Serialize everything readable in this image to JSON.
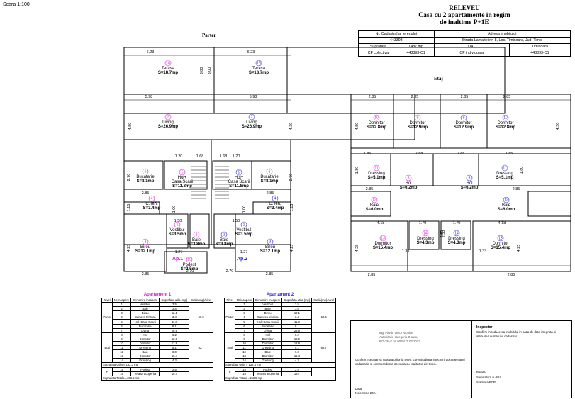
{
  "scale": "Scara 1:100",
  "header": {
    "title": "RELEVEU",
    "subtitle_line1": "Casa cu 2 apartamente in regim",
    "subtitle_line2": "de inaltime P+1E"
  },
  "info_table": {
    "r1": [
      "Nr. Cadastral al terenului",
      "Adresa imobilului"
    ],
    "r2": [
      "443393",
      "Strada Lamaitei nr. 8, Loc. Timisoara, Jud. Timis"
    ],
    "r3": [
      "Suprafata",
      "1487 mp",
      "UAT",
      "Timisoara"
    ],
    "r4": [
      "CF colectiva",
      "443393-C1",
      "CF individuala",
      "443393-C1"
    ]
  },
  "plans": {
    "ground_title": "Parter",
    "upper_title": "Etaj",
    "ground_dims": [
      "6.23",
      "6.23",
      "5.98",
      "5.98",
      "3.00",
      "3.00",
      "1.20",
      "1.68",
      "1.68",
      "1.20",
      "2.85",
      "2.85",
      "1.50",
      "1.50",
      "1.27",
      "1.27",
      "2.70",
      "2.70",
      "2.85",
      "2.85",
      "4.50",
      "4.30",
      "2.70",
      "2.70",
      "1.15",
      "1.15",
      "4.25",
      "4.25",
      "1.00",
      "1.00"
    ],
    "ground_rooms": [
      {
        "num": "16",
        "name": "Terasa",
        "area": "S=18.7mp",
        "ap": 1
      },
      {
        "num": "16",
        "name": "Terasa",
        "area": "S=18.7mp",
        "ap": 2
      },
      {
        "num": "7",
        "name": "Living",
        "area": "S=26.9mp",
        "ap": 1
      },
      {
        "num": "7",
        "name": "Living",
        "area": "S=26.9mp",
        "ap": 2
      },
      {
        "num": "6",
        "name": "Bucatarie",
        "area": "S=8.1mp",
        "ap": 1
      },
      {
        "num": "5",
        "name": "Hol+",
        "name2": "Casa Scarii",
        "area": "S=11.8mp",
        "ap": 1
      },
      {
        "num": "5",
        "name": "Hol+",
        "name2": "Casa Scarii",
        "area": "S=11.8mp",
        "ap": 2
      },
      {
        "num": "6",
        "name": "Bucatarie",
        "area": "S=8.1mp",
        "ap": 2
      },
      {
        "num": "4",
        "name": "C.Teh.",
        "area": "S=3.4mp",
        "ap": 1
      },
      {
        "num": "4",
        "name": "C.Teh.",
        "area": "S=3.4mp",
        "ap": 2
      },
      {
        "num": "3",
        "name": "Birou",
        "area": "S=12.1mp",
        "ap": 1
      },
      {
        "num": "1",
        "name": "Vestibul",
        "area": "S=3.5mp",
        "ap": 1
      },
      {
        "num": "2",
        "name": "Baie",
        "area": "S=3.8mp",
        "ap": 1
      },
      {
        "num": "2",
        "name": "Baie",
        "area": "S=3.8mp",
        "ap": 2
      },
      {
        "num": "1",
        "name": "Vestibul",
        "area": "S=3.5mp",
        "ap": 2
      },
      {
        "num": "3",
        "name": "Birou",
        "area": "S=12.1mp",
        "ap": 2
      },
      {
        "num": "15",
        "name": "Podest",
        "area": "S=2.5mp",
        "ap": 1
      }
    ],
    "ap_labels": [
      "Ap.1",
      "Ap.2"
    ],
    "upper_dims": [
      "2.85",
      "2.85",
      "2.85",
      "2.85",
      "1.85",
      "2.88",
      "2.88",
      "1.85",
      "2.85",
      "2.85",
      "4.18",
      "1.70",
      "1.70",
      "4.18",
      "2.85",
      "2.85",
      "1.33",
      "1.33",
      "4.50",
      "4.50",
      "1.80",
      "1.80",
      "4.25",
      "4.25",
      "2.50",
      "2.50"
    ],
    "upper_rooms": [
      {
        "num": "10",
        "name": "Dormitor",
        "area": "S=12.8mp",
        "ap": 1
      },
      {
        "num": "9",
        "name": "Dormitor",
        "area": "S=12.9mp",
        "ap": 1
      },
      {
        "num": "9",
        "name": "Dormitor",
        "area": "S=12.9mp",
        "ap": 2
      },
      {
        "num": "10",
        "name": "Dormitor",
        "area": "S=12.8mp",
        "ap": 2
      },
      {
        "num": "11",
        "name": "Dressing",
        "area": "S=5.1mp",
        "ap": 1
      },
      {
        "num": "8",
        "name": "Hol",
        "area": "S=6.2mp",
        "ap": 1
      },
      {
        "num": "8",
        "name": "Hol",
        "area": "S=6.2mp",
        "ap": 2
      },
      {
        "num": "11",
        "name": "Dressing",
        "area": "S=5.1mp",
        "ap": 2
      },
      {
        "num": "12",
        "name": "Baie",
        "area": "S=6.0mp",
        "ap": 1
      },
      {
        "num": "12",
        "name": "Baie",
        "area": "S=6.0mp",
        "ap": 2
      },
      {
        "num": "13",
        "name": "Dormitor",
        "area": "S=15.4mp",
        "ap": 1
      },
      {
        "num": "14",
        "name": "Dressing",
        "area": "S=4.3mp",
        "ap": 1
      },
      {
        "num": "14",
        "name": "Dressing",
        "area": "S=4.3mp",
        "ap": 2
      },
      {
        "num": "13",
        "name": "Dormitor",
        "area": "S=15.4mp",
        "ap": 2
      }
    ]
  },
  "apartments": [
    {
      "title": "Apartament 1",
      "headers": [
        "Nivel",
        "Nr.incapere",
        "Denumire incapere",
        "Suprafata utila (mp)",
        "Sutila(mp)/nivel"
      ],
      "parter_label": "Parter",
      "etaj_label": "Etaj",
      "parter_rows": [
        [
          "1",
          "Vestibul",
          "3.5"
        ],
        [
          "2",
          "Baie",
          "3.8"
        ],
        [
          "3",
          "Birou",
          "12.1"
        ],
        [
          "4",
          "Camera tehnica",
          "3.4"
        ],
        [
          "5",
          "Hol+Casa Scarii",
          "11.8"
        ],
        [
          "6",
          "Bucatarie",
          "8.1"
        ],
        [
          "7",
          "Living",
          "26.9"
        ]
      ],
      "parter_total": "69.6",
      "etaj_rows": [
        [
          "8",
          "Hol",
          "6.2"
        ],
        [
          "9",
          "Dormitor",
          "12.9"
        ],
        [
          "10",
          "Dormitor",
          "12.8"
        ],
        [
          "11",
          "Dressing",
          "5.1"
        ],
        [
          "12",
          "Baie",
          "6.0"
        ],
        [
          "13",
          "Dormitor",
          "15.4"
        ],
        [
          "14",
          "Dressing",
          "4.3"
        ]
      ],
      "etaj_total": "62.7",
      "su_total": "Suprafata Utila = 132.3 mp",
      "p_label": "P",
      "p_rows": [
        [
          "15",
          "Podest",
          "2.5"
        ],
        [
          "16",
          "Terasa acoperita",
          "18.7"
        ]
      ],
      "grand_total": "Suprafata Totala =153.5 mp"
    },
    {
      "title": "Apartament 2",
      "headers": [
        "Nivel",
        "Nr.incapere",
        "Denumire incapere",
        "Suprafata utila (mp)",
        "Sutila(mp)/nivel"
      ],
      "parter_label": "Parter",
      "etaj_label": "Etaj",
      "parter_rows": [
        [
          "1",
          "Vestibul",
          "3.5"
        ],
        [
          "2",
          "Baie",
          "3.8"
        ],
        [
          "3",
          "Birou",
          "12.1"
        ],
        [
          "4",
          "Camera tehnica",
          "3.4"
        ],
        [
          "5",
          "Hol+Casa Scarii",
          "11.8"
        ],
        [
          "6",
          "Bucatarie",
          "8.1"
        ],
        [
          "7",
          "Living",
          "26.9"
        ]
      ],
      "parter_total": "69.6",
      "etaj_rows": [
        [
          "8",
          "Hol",
          "6.2"
        ],
        [
          "9",
          "Dormitor",
          "12.9"
        ],
        [
          "10",
          "Dormitor",
          "12.8"
        ],
        [
          "11",
          "Dressing",
          "5.1"
        ],
        [
          "12",
          "Baie",
          "6.0"
        ],
        [
          "13",
          "Dormitor",
          "15.4"
        ],
        [
          "14",
          "Dressing",
          "4.3"
        ]
      ],
      "etaj_total": "62.7",
      "su_total": "Suprafata Utila = 132.3 mp",
      "p_label": "P",
      "p_rows": [
        [
          "15",
          "Podest",
          "2.5"
        ],
        [
          "16",
          "Terasa acoperita",
          "18.7"
        ]
      ],
      "grand_total": "Suprafata Totala =153.5 mp"
    }
  ],
  "stamp": {
    "engineer_line1": "Ing. Pirvila Victor Nicolae",
    "engineer_line2": "Autorizatie categoria D auto,",
    "engineer_line3": "RO-TM-F nr. 0085/15.03.2011",
    "confirm_text": "Confirm executarea masuratorilor la teren, corectitudinea intocmirii documentatiei cadastrale si corespondenta acesteia cu realitatea din teren.",
    "date_label": "Data",
    "date_value": "Noiembrie 2024",
    "inspector_title": "Inspector",
    "inspector_text": "Confirm introducerea imobilului in baza de date integrata si atribuirea numarului cadastral",
    "sign_label": "Parafa",
    "sign_date": "Semnatura si data",
    "stamp_label": "Stampila BCPI"
  },
  "colors": {
    "ap1": "#d81bd8",
    "ap2": "#2a2ad8",
    "line": "#000000"
  }
}
